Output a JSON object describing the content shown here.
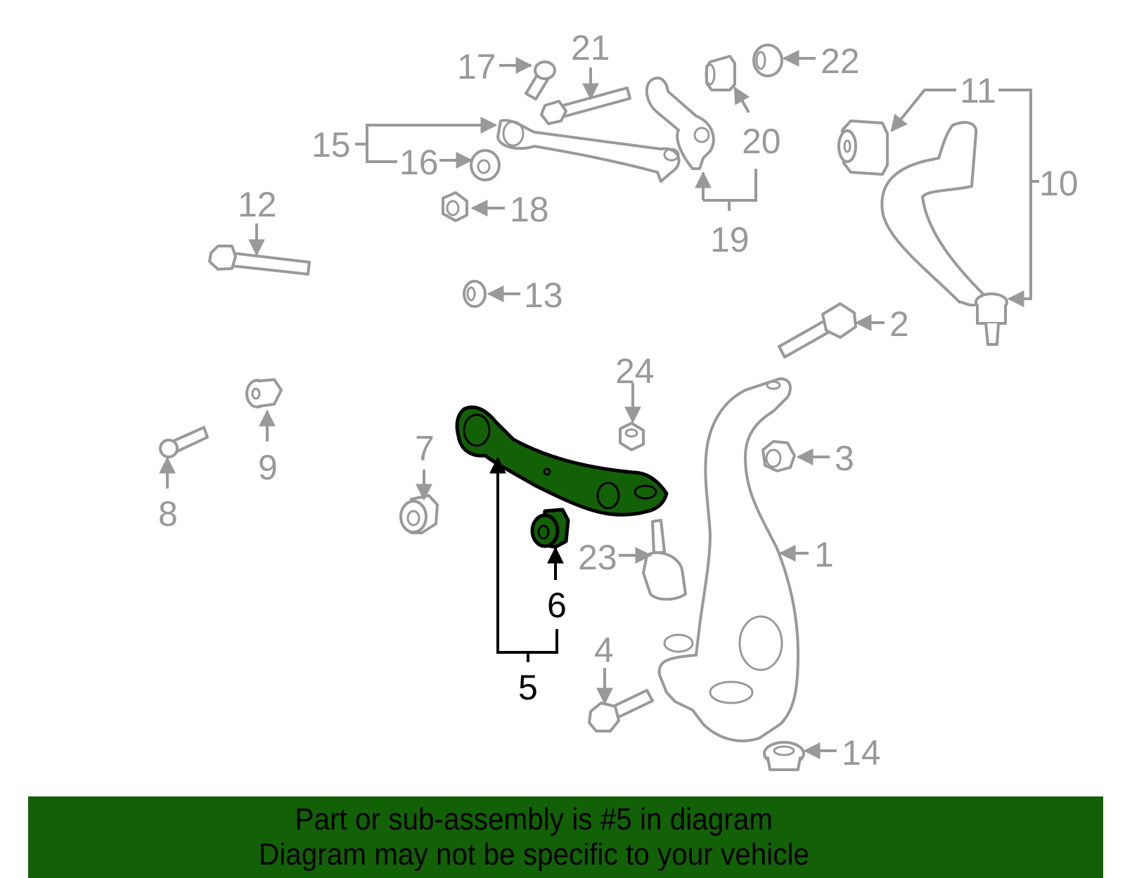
{
  "diagram": {
    "highlighted_part": "5",
    "highlight_color": "#136107",
    "label_color": "#999999",
    "highlight_label_color": "#000000",
    "callouts": [
      {
        "id": "1",
        "label": "1"
      },
      {
        "id": "2",
        "label": "2"
      },
      {
        "id": "3",
        "label": "3"
      },
      {
        "id": "4",
        "label": "4"
      },
      {
        "id": "5",
        "label": "5"
      },
      {
        "id": "6",
        "label": "6"
      },
      {
        "id": "7",
        "label": "7"
      },
      {
        "id": "8",
        "label": "8"
      },
      {
        "id": "9",
        "label": "9"
      },
      {
        "id": "10",
        "label": "10"
      },
      {
        "id": "11",
        "label": "11"
      },
      {
        "id": "12",
        "label": "12"
      },
      {
        "id": "13",
        "label": "13"
      },
      {
        "id": "14",
        "label": "14"
      },
      {
        "id": "15",
        "label": "15"
      },
      {
        "id": "16",
        "label": "16"
      },
      {
        "id": "17",
        "label": "17"
      },
      {
        "id": "18",
        "label": "18"
      },
      {
        "id": "19",
        "label": "19"
      },
      {
        "id": "20",
        "label": "20"
      },
      {
        "id": "21",
        "label": "21"
      },
      {
        "id": "22",
        "label": "22"
      },
      {
        "id": "23",
        "label": "23"
      },
      {
        "id": "24",
        "label": "24"
      }
    ]
  },
  "banner": {
    "line1": "Part or sub-assembly is #5 in diagram",
    "line2": "Diagram may not be specific to your vehicle",
    "background": "#136107"
  }
}
